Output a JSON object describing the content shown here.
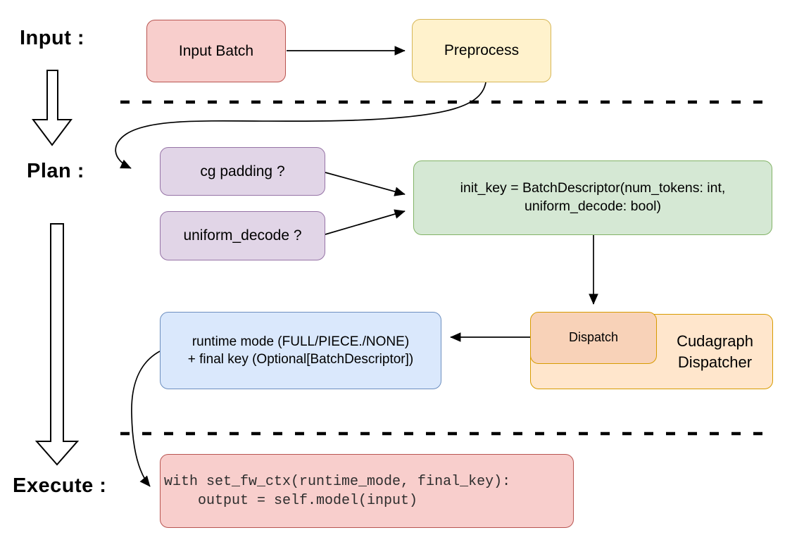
{
  "phases": {
    "input_label": "Input :",
    "plan_label": "Plan :",
    "execute_label": "Execute :"
  },
  "nodes": {
    "input_batch": {
      "label": "Input Batch"
    },
    "preprocess": {
      "label": "Preprocess"
    },
    "cg_padding": {
      "label": "cg padding ?"
    },
    "uniform_decode": {
      "label": "uniform_decode ?"
    },
    "init_key": {
      "line1": "init_key = BatchDescriptor(num_tokens: int,",
      "line2": "uniform_decode: bool)"
    },
    "dispatch": {
      "label": "Dispatch"
    },
    "cudagraph_dispatcher": {
      "line1": "Cudagraph",
      "line2": "Dispatcher"
    },
    "runtime_mode": {
      "line1": "runtime mode (FULL/PIECE./NONE)",
      "line2": "+ final key (Optional[BatchDescriptor])"
    },
    "execute_code": {
      "line1": "with set_fw_ctx(runtime_mode, final_key):",
      "line2": "    output = self.model(input)"
    }
  },
  "colors": {
    "red_fill": "#f8cecc",
    "red_stroke": "#b85450",
    "yellow_fill": "#fff2cc",
    "yellow_stroke": "#d6b656",
    "purple_fill": "#e1d5e7",
    "purple_stroke": "#9673a6",
    "green_fill": "#d5e8d4",
    "green_stroke": "#82b366",
    "blue_fill": "#dae8fc",
    "blue_stroke": "#6c8ebf",
    "orange_fill": "#ffe6cc",
    "orange_stroke": "#d79b00",
    "dispatch_fill": "#f8d2b8",
    "connector": "#000000"
  }
}
